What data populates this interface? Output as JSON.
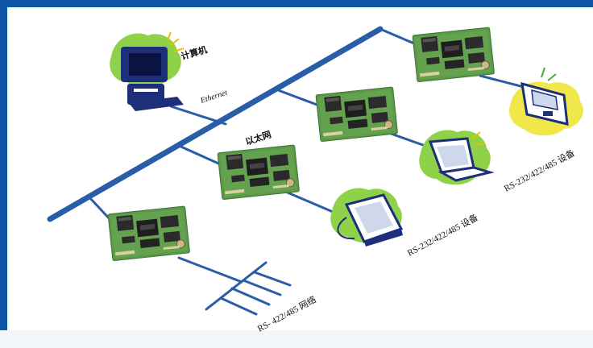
{
  "diagram": {
    "labels": {
      "computer": "计算机",
      "ethernet_link": "Ethernet",
      "ethernet_backbone": "以太网",
      "device_label_upper": "RS-232/422/485 设备",
      "device_label_lower": "RS-232/422/485 设备",
      "rs485_network": "RS- 422/485  网络"
    },
    "nodes": [
      {
        "id": "computer",
        "icon": "desktop-computer-icon"
      },
      {
        "id": "module-1",
        "icon": "serial-server-module"
      },
      {
        "id": "module-2",
        "icon": "serial-server-module"
      },
      {
        "id": "module-3",
        "icon": "serial-server-module"
      },
      {
        "id": "module-4",
        "icon": "serial-server-module"
      },
      {
        "id": "pda",
        "icon": "pda-device-icon"
      },
      {
        "id": "laptop",
        "icon": "laptop-icon"
      },
      {
        "id": "scanner",
        "icon": "scanner-icon"
      },
      {
        "id": "rs485-bus",
        "icon": "comb-bus-icon"
      }
    ],
    "colors": {
      "frame": "#0d58a6",
      "network_line": "#2a5da8",
      "pcb_green": "#5a9a48",
      "splash_green": "#8fd24a",
      "splash_yellow": "#f0e84a"
    }
  }
}
